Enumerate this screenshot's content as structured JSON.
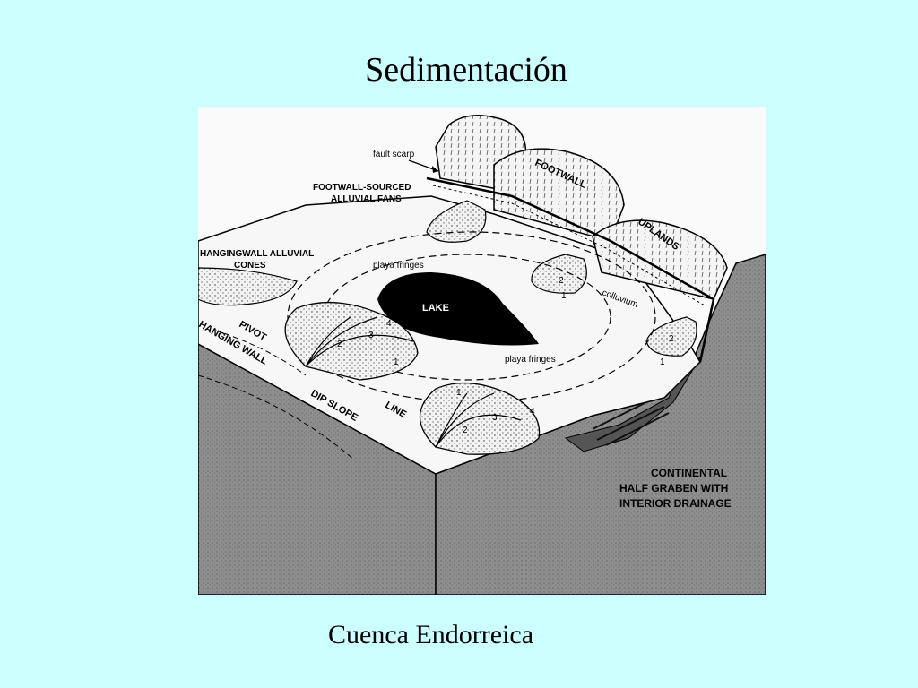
{
  "slide": {
    "title": "Sedimentación",
    "caption": "Cuenca Endorreica"
  },
  "diagram": {
    "labels": {
      "fault_scarp": "fault scarp",
      "footwall_fans_1": "FOOTWALL-SOURCED",
      "footwall_fans_2": "ALLUVIAL FANS",
      "hangingwall_cones_1": "HANGINGWALL ALLUVIAL",
      "hangingwall_cones_2": "CONES",
      "footwall": "FOOTWALL",
      "uplands": "UPLANDS",
      "colluvium": "colluvium",
      "playa_fringes_top": "playa fringes",
      "playa_fringes_bottom": "playa fringes",
      "lake": "LAKE",
      "pivot": "PIVOT",
      "hanging_wall": "HANGING WALL",
      "dip_slope": "DIP SLOPE",
      "line": "LINE",
      "continental_1": "CONTINENTAL",
      "continental_2": "HALF GRABEN WITH",
      "continental_3": "INTERIOR DRAINAGE",
      "fan_left_1": "1",
      "fan_left_2": "2",
      "fan_left_3": "3",
      "fan_left_4": "4",
      "fan_front_1": "1",
      "fan_front_2": "2",
      "fan_front_3": "3",
      "fan_front_4": "4",
      "fan_mid_1": "1",
      "fan_mid_2": "2",
      "fan_right_1": "1",
      "fan_right_2": "2"
    }
  }
}
